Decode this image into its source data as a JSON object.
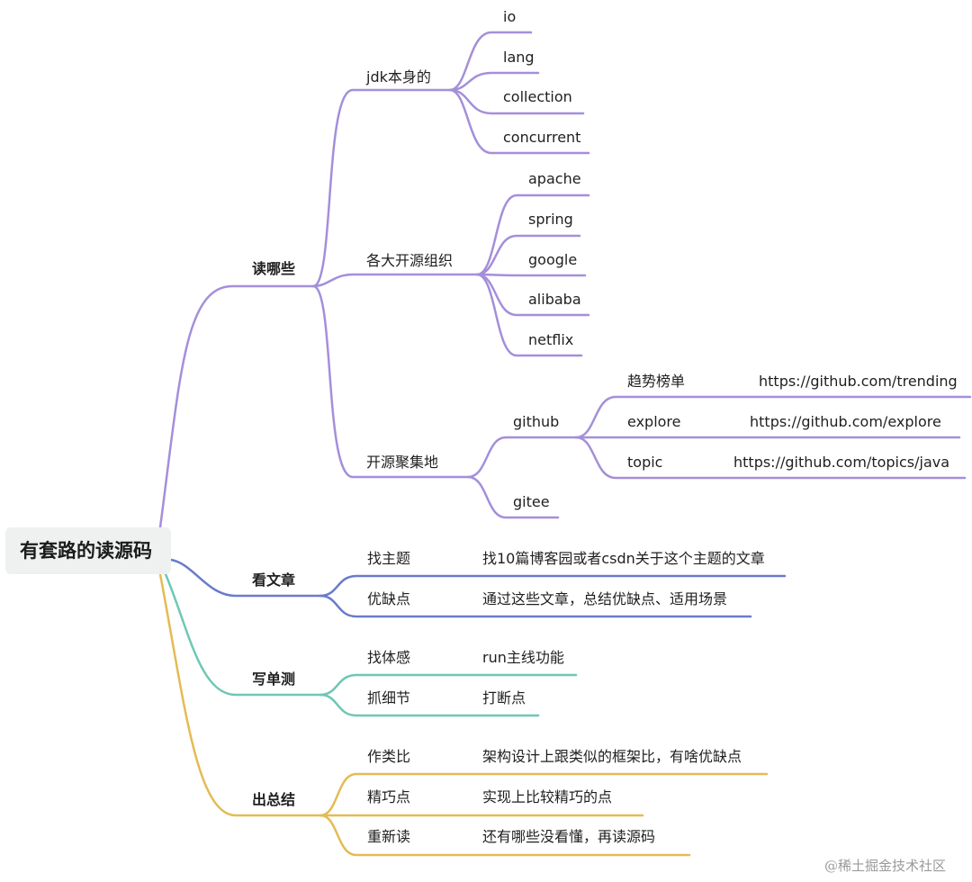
{
  "root": {
    "label": "有套路的读源码"
  },
  "colors": {
    "purple": "#a48fda",
    "blue": "#6b7bcb",
    "teal": "#6fc7b4",
    "gold": "#e4bb54"
  },
  "branches": {
    "read_which": {
      "label": "读哪些",
      "jdk": {
        "label": "jdk本身的",
        "items": [
          "io",
          "lang",
          "collection",
          "concurrent"
        ]
      },
      "orgs": {
        "label": "各大开源组织",
        "items": [
          "apache",
          "spring",
          "google",
          "alibaba",
          "netflix"
        ]
      },
      "hubs": {
        "label": "开源聚集地",
        "github": {
          "label": "github",
          "items": [
            {
              "label": "趋势榜单",
              "url": "https://github.com/trending"
            },
            {
              "label": "explore",
              "url": "https://github.com/explore"
            },
            {
              "label": "topic",
              "url": "https://github.com/topics/java"
            }
          ]
        },
        "gitee": {
          "label": "gitee"
        }
      }
    },
    "articles": {
      "label": "看文章",
      "items": [
        {
          "label": "找主题",
          "detail": "找10篇博客园或者csdn关于这个主题的文章"
        },
        {
          "label": "优缺点",
          "detail": "通过这些文章，总结优缺点、适用场景"
        }
      ]
    },
    "unit_tests": {
      "label": "写单测",
      "items": [
        {
          "label": "找体感",
          "detail": "run主线功能"
        },
        {
          "label": "抓细节",
          "detail": "打断点"
        }
      ]
    },
    "summary": {
      "label": "出总结",
      "items": [
        {
          "label": "作类比",
          "detail": "架构设计上跟类似的框架比，有啥优缺点"
        },
        {
          "label": "精巧点",
          "detail": "实现上比较精巧的点"
        },
        {
          "label": "重新读",
          "detail": "还有哪些没看懂，再读源码"
        }
      ]
    }
  },
  "watermark": "@稀土掘金技术社区"
}
